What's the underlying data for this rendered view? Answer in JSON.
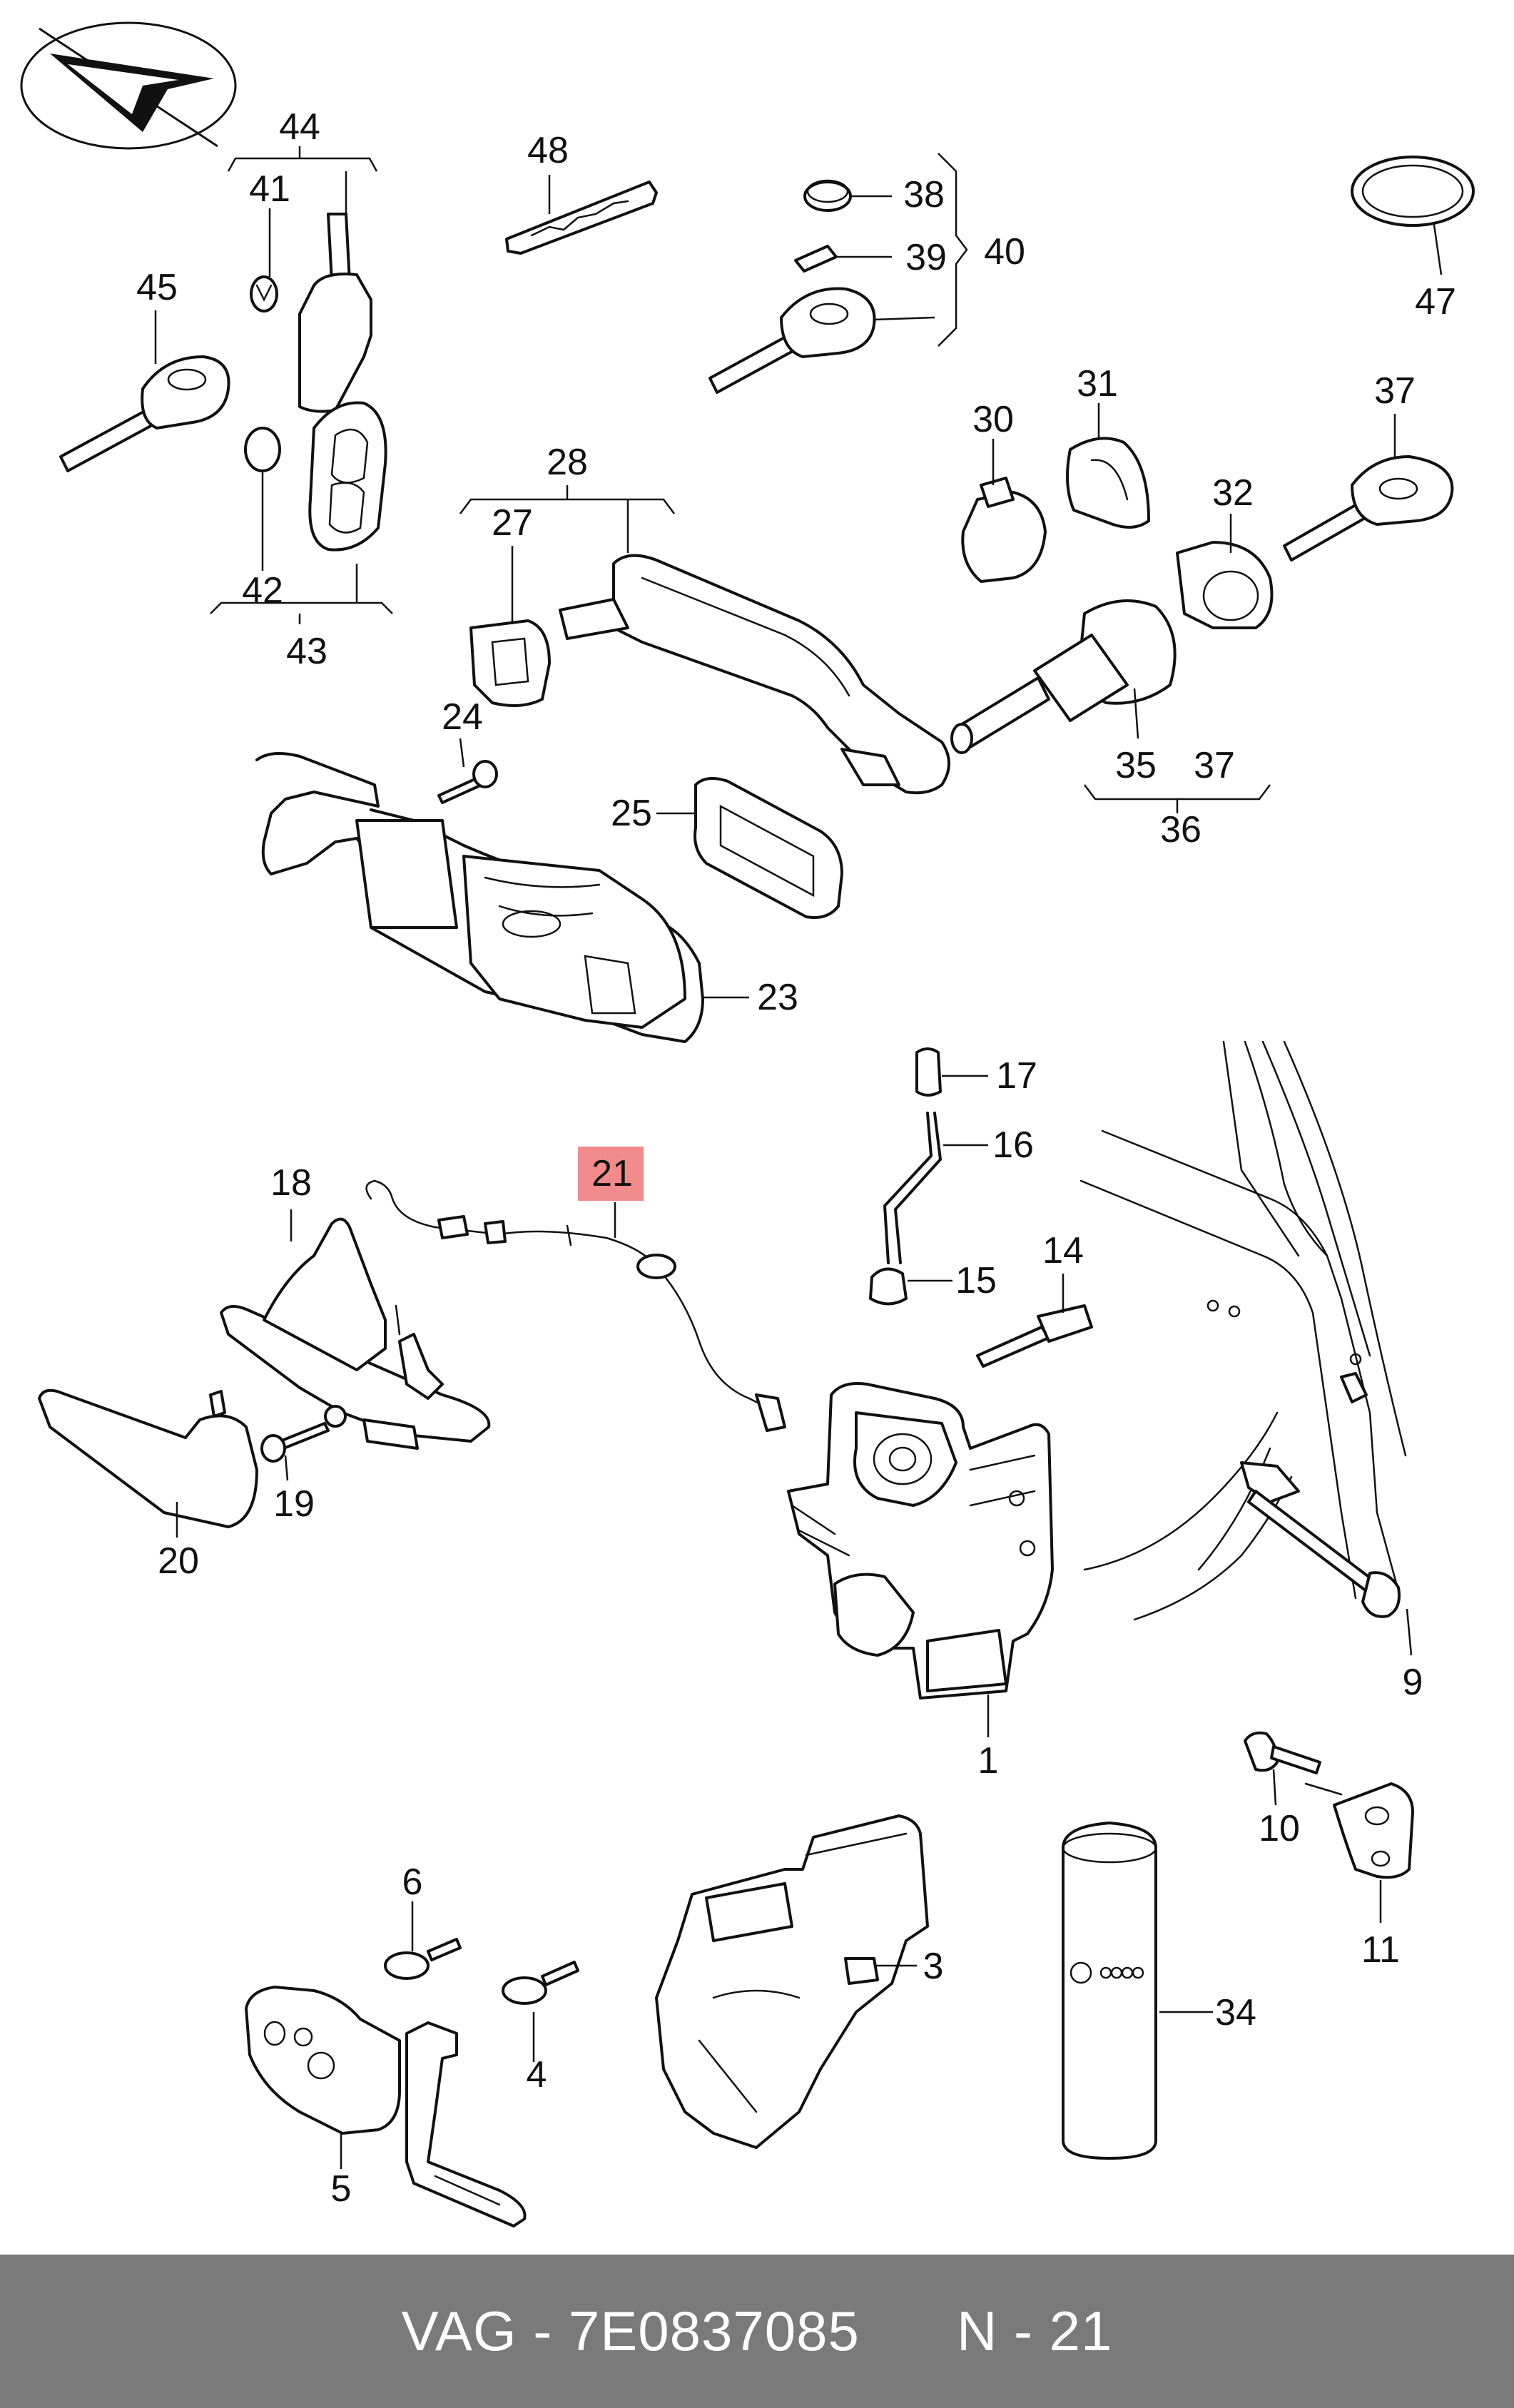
{
  "callouts": {
    "n1": "1",
    "n3": "3",
    "n4": "4",
    "n5": "5",
    "n6": "6",
    "n9": "9",
    "n10": "10",
    "n11": "11",
    "n14": "14",
    "n15": "15",
    "n16": "16",
    "n17": "17",
    "n18": "18",
    "n19": "19",
    "n20": "20",
    "n21": "21",
    "n23": "23",
    "n24": "24",
    "n25": "25",
    "n27": "27",
    "n28": "28",
    "n30": "30",
    "n31": "31",
    "n32": "32",
    "n34": "34",
    "n35": "35",
    "n36": "36",
    "n37a": "37",
    "n37b": "37",
    "n38": "38",
    "n39": "39",
    "n40": "40",
    "n41": "41",
    "n42": "42",
    "n43": "43",
    "n44": "44",
    "n45": "45",
    "n47": "47",
    "n48": "48"
  },
  "highlight": {
    "part": "21",
    "color": "#f28b8b"
  },
  "footer": {
    "text": "VAG - 7E0837085      N - 21"
  }
}
